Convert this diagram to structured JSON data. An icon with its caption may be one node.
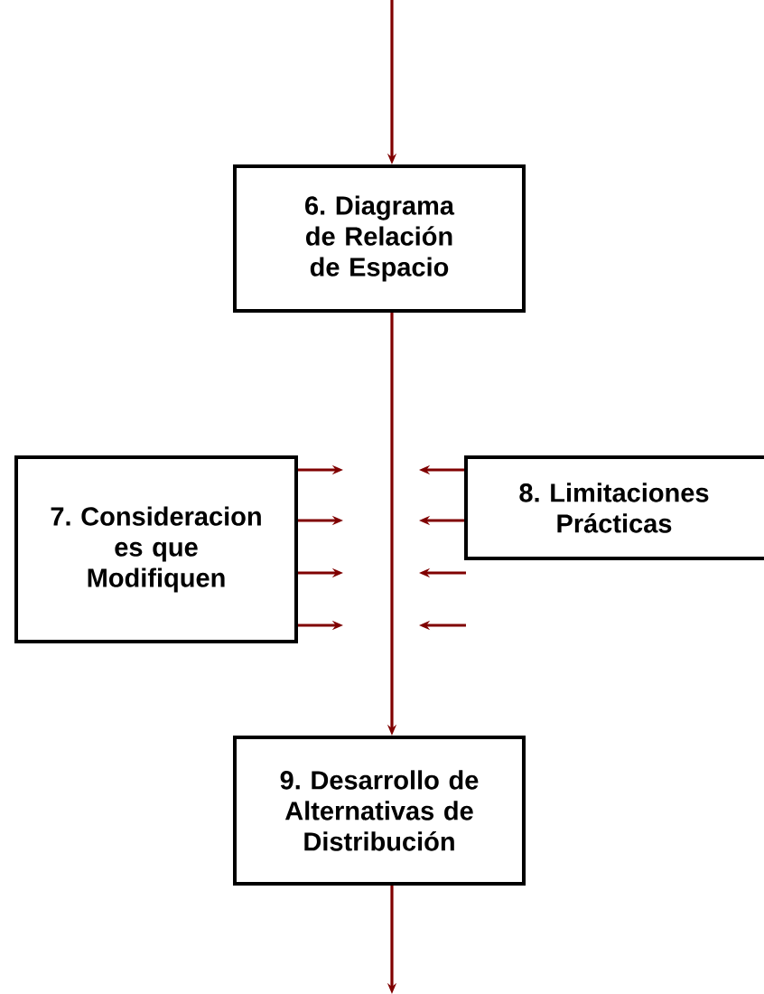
{
  "diagram": {
    "nodes": [
      {
        "text": [
          "6. Diagrama de Relación de Espacio"
        ]
      },
      {
        "text": [
          "7. Consideracion es que Modifiquen"
        ]
      },
      {
        "text": [
          "8. Limitaciones Prácticas"
        ]
      },
      {
        "text": [
          "9. Desarrollo de Alternativas de Distribución"
        ]
      }
    ],
    "edges": [
      {
        "from": null,
        "to": 0,
        "arrow": "to"
      },
      {
        "from": 0,
        "to": 3,
        "arrow": "to"
      },
      {
        "from": 3,
        "to": null,
        "arrow": "to"
      },
      {
        "from": 1,
        "to": null,
        "arrow": "to"
      },
      {
        "from": 1,
        "to": null,
        "arrow": "to"
      },
      {
        "from": 1,
        "to": null,
        "arrow": "to"
      },
      {
        "from": 1,
        "to": null,
        "arrow": "to"
      },
      {
        "from": 2,
        "to": null,
        "arrow": "to"
      },
      {
        "from": 2,
        "to": null,
        "arrow": "to"
      }
    ]
  }
}
